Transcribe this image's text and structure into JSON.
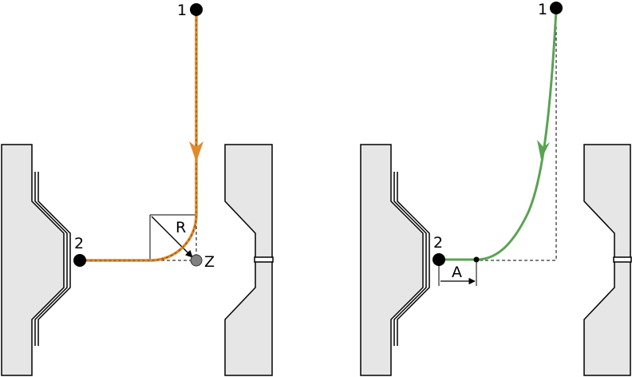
{
  "colors": {
    "part_fill": "#e6e6e6",
    "outline": "#000000",
    "path_rounded": "#e08a2c",
    "path_spline": "#5aa353",
    "marker_gray": "#808080"
  },
  "left_panel": {
    "start_label": "1",
    "end_label": "2",
    "radius_label": "R",
    "corner_label": "Z"
  },
  "right_panel": {
    "start_label": "1",
    "end_label": "2",
    "offset_label": "A"
  }
}
